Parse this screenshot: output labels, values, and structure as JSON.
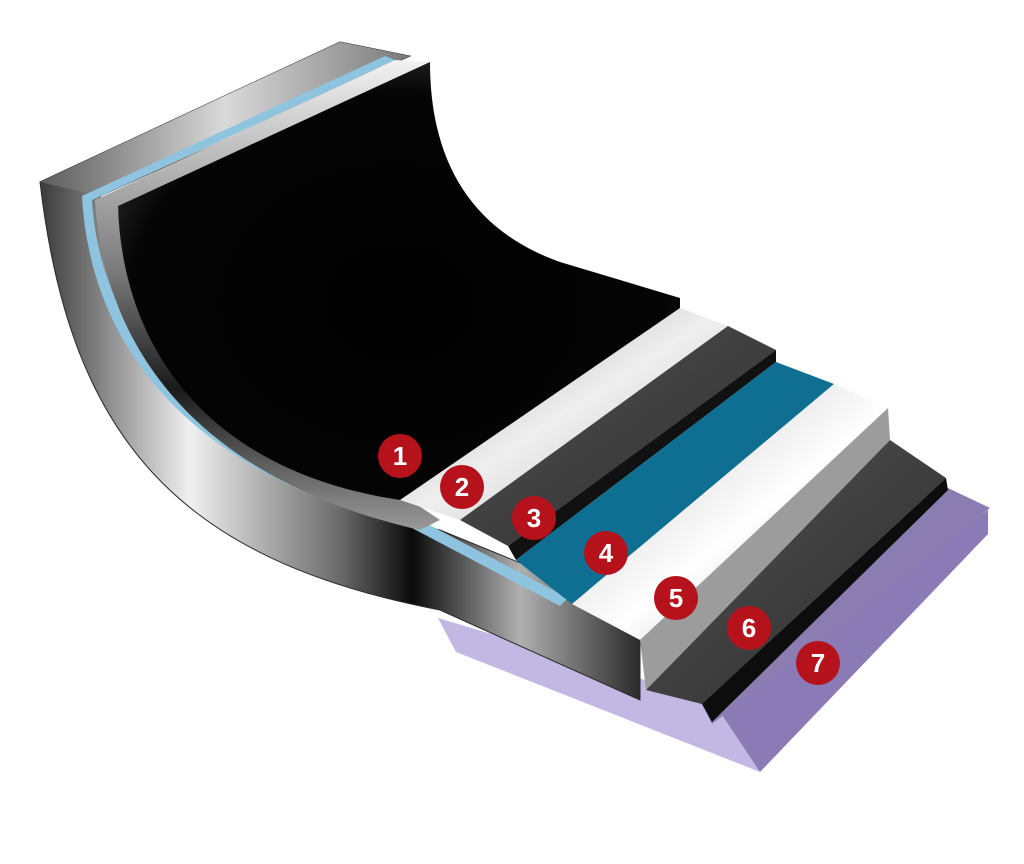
{
  "diagram": {
    "type": "layered-cross-section",
    "layers": [
      {
        "number": "1",
        "color": "#050505"
      },
      {
        "number": "2",
        "color": "#cfcfcf"
      },
      {
        "number": "3",
        "color": "#3a3a3a"
      },
      {
        "number": "4",
        "color": "#0e6f93"
      },
      {
        "number": "5",
        "color": "#e8e8e8"
      },
      {
        "number": "6",
        "color": "#404040"
      },
      {
        "number": "7",
        "color": "#8b7db2"
      }
    ],
    "badge_color": "#b5121b",
    "badge_text_color": "#ffffff"
  }
}
